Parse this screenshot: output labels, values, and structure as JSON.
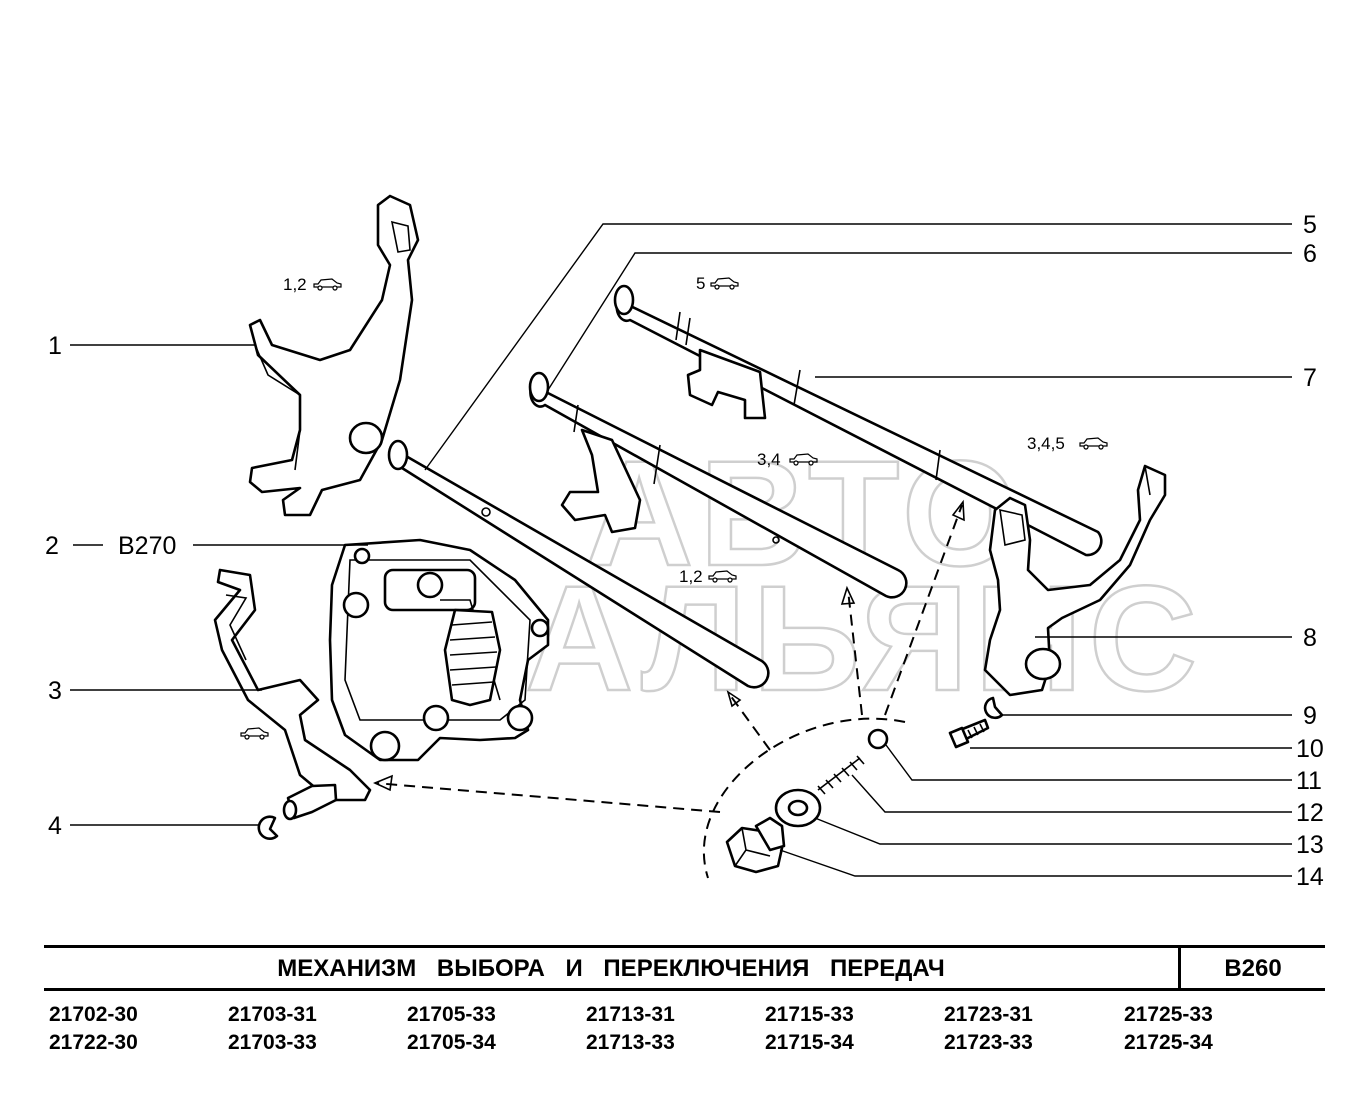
{
  "diagram": {
    "watermark": [
      "АВТО",
      "АЛЬЯНС"
    ],
    "callouts": [
      "1",
      "2",
      "3",
      "4",
      "5",
      "6",
      "7",
      "8",
      "9",
      "10",
      "11",
      "12",
      "13",
      "14"
    ],
    "ref_label": "B270",
    "notes": {
      "fork1": "1,2",
      "rod7": "5",
      "rod6": "3,4",
      "rod5": "1,2",
      "fork8": "3,4,5"
    }
  },
  "title": {
    "text": "МЕХАНИЗМ ВЫБОРА И ПЕРЕКЛЮЧЕНИЯ ПЕРЕДАЧ",
    "code": "B260"
  },
  "models": [
    [
      "21702-30",
      "21722-30"
    ],
    [
      "21703-31",
      "21703-33"
    ],
    [
      "21705-33",
      "21705-34"
    ],
    [
      "21713-31",
      "21713-33"
    ],
    [
      "21715-33",
      "21715-34"
    ],
    [
      "21723-31",
      "21723-33"
    ],
    [
      "21725-33",
      "21725-34"
    ]
  ],
  "icons": [
    "car-icon"
  ]
}
